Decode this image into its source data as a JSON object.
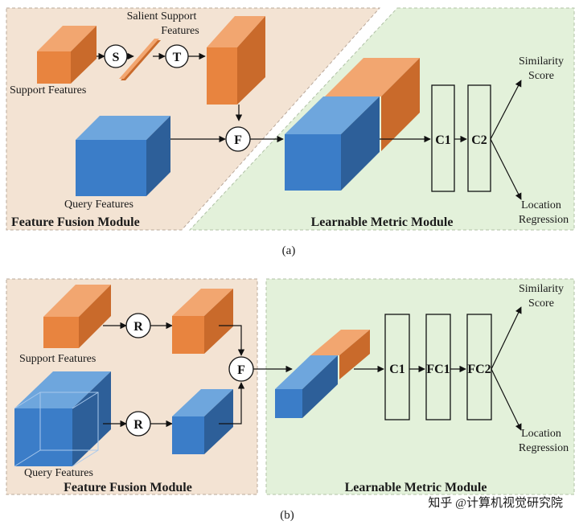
{
  "panel_a": {
    "caption": "(a)",
    "fusion_title": "Feature Fusion Module",
    "metric_title": "Learnable Metric Module",
    "salient_line1": "Salient Support",
    "salient_line2": "Features",
    "support_label": "Support Features",
    "query_label": "Query Features",
    "node_s": "S",
    "node_t": "T",
    "node_f": "F",
    "c1": "C1",
    "c2": "C2",
    "similarity_line1": "Similarity",
    "similarity_line2": "Score",
    "location_line1": "Location",
    "location_line2": "Regression"
  },
  "panel_b": {
    "caption": "(b)",
    "fusion_title": "Feature Fusion Module",
    "metric_title": "Learnable Metric Module",
    "support_label": "Support Features",
    "query_label": "Query Features",
    "node_r1": "R",
    "node_r2": "R",
    "node_f": "F",
    "c1": "C1",
    "fc1": "FC1",
    "fc2": "FC2",
    "similarity_line1": "Similarity",
    "similarity_line2": "Score",
    "location_line1": "Location",
    "location_line2": "Regression"
  },
  "watermark": "知乎 @计算机视觉研究院",
  "colors": {
    "fusion_bg": "#f3e3d3",
    "metric_bg": "#e3f1da",
    "orange_front": "#e8843f",
    "orange_top": "#f2a670",
    "orange_side": "#c96a2b",
    "blue_front": "#3b7dc8",
    "blue_top": "#6ea6dd",
    "blue_side": "#2d5f99"
  }
}
